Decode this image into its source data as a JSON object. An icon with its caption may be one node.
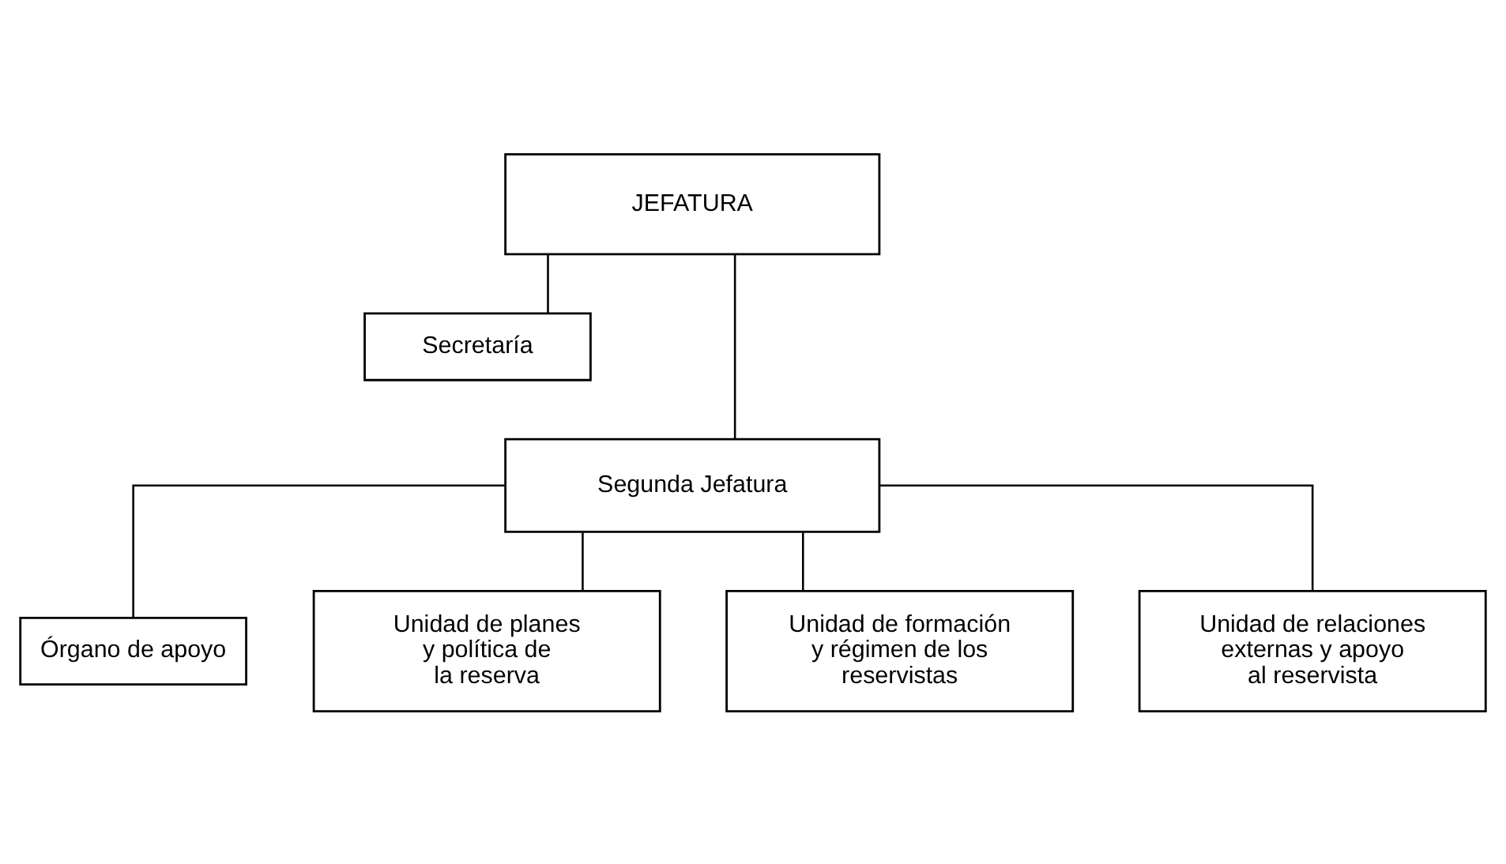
{
  "diagram": {
    "nodes": [
      {
        "text": [
          "JEFATURA"
        ]
      },
      {
        "text": [
          "Secretaría"
        ]
      },
      {
        "text": [
          "Segunda Jefatura"
        ]
      },
      {
        "text": [
          "Órgano de apoyo"
        ]
      },
      {
        "text": [
          "Unidad de planes y política de la reserva"
        ]
      },
      {
        "text": [
          "Unidad de formación y régimen de los reservistas"
        ]
      },
      {
        "text": [
          "Unidad de relaciones externas y apoyo al reservista"
        ]
      }
    ],
    "edges": [
      {
        "from": 0,
        "to": 2,
        "arrow": "none"
      },
      {
        "from": 0,
        "to": 1,
        "arrow": "none"
      },
      {
        "from": 2,
        "to": 3,
        "arrow": "none"
      },
      {
        "from": 2,
        "to": 4,
        "arrow": "none"
      },
      {
        "from": 2,
        "to": 5,
        "arrow": "none"
      },
      {
        "from": 2,
        "to": 6,
        "arrow": "none"
      }
    ]
  }
}
